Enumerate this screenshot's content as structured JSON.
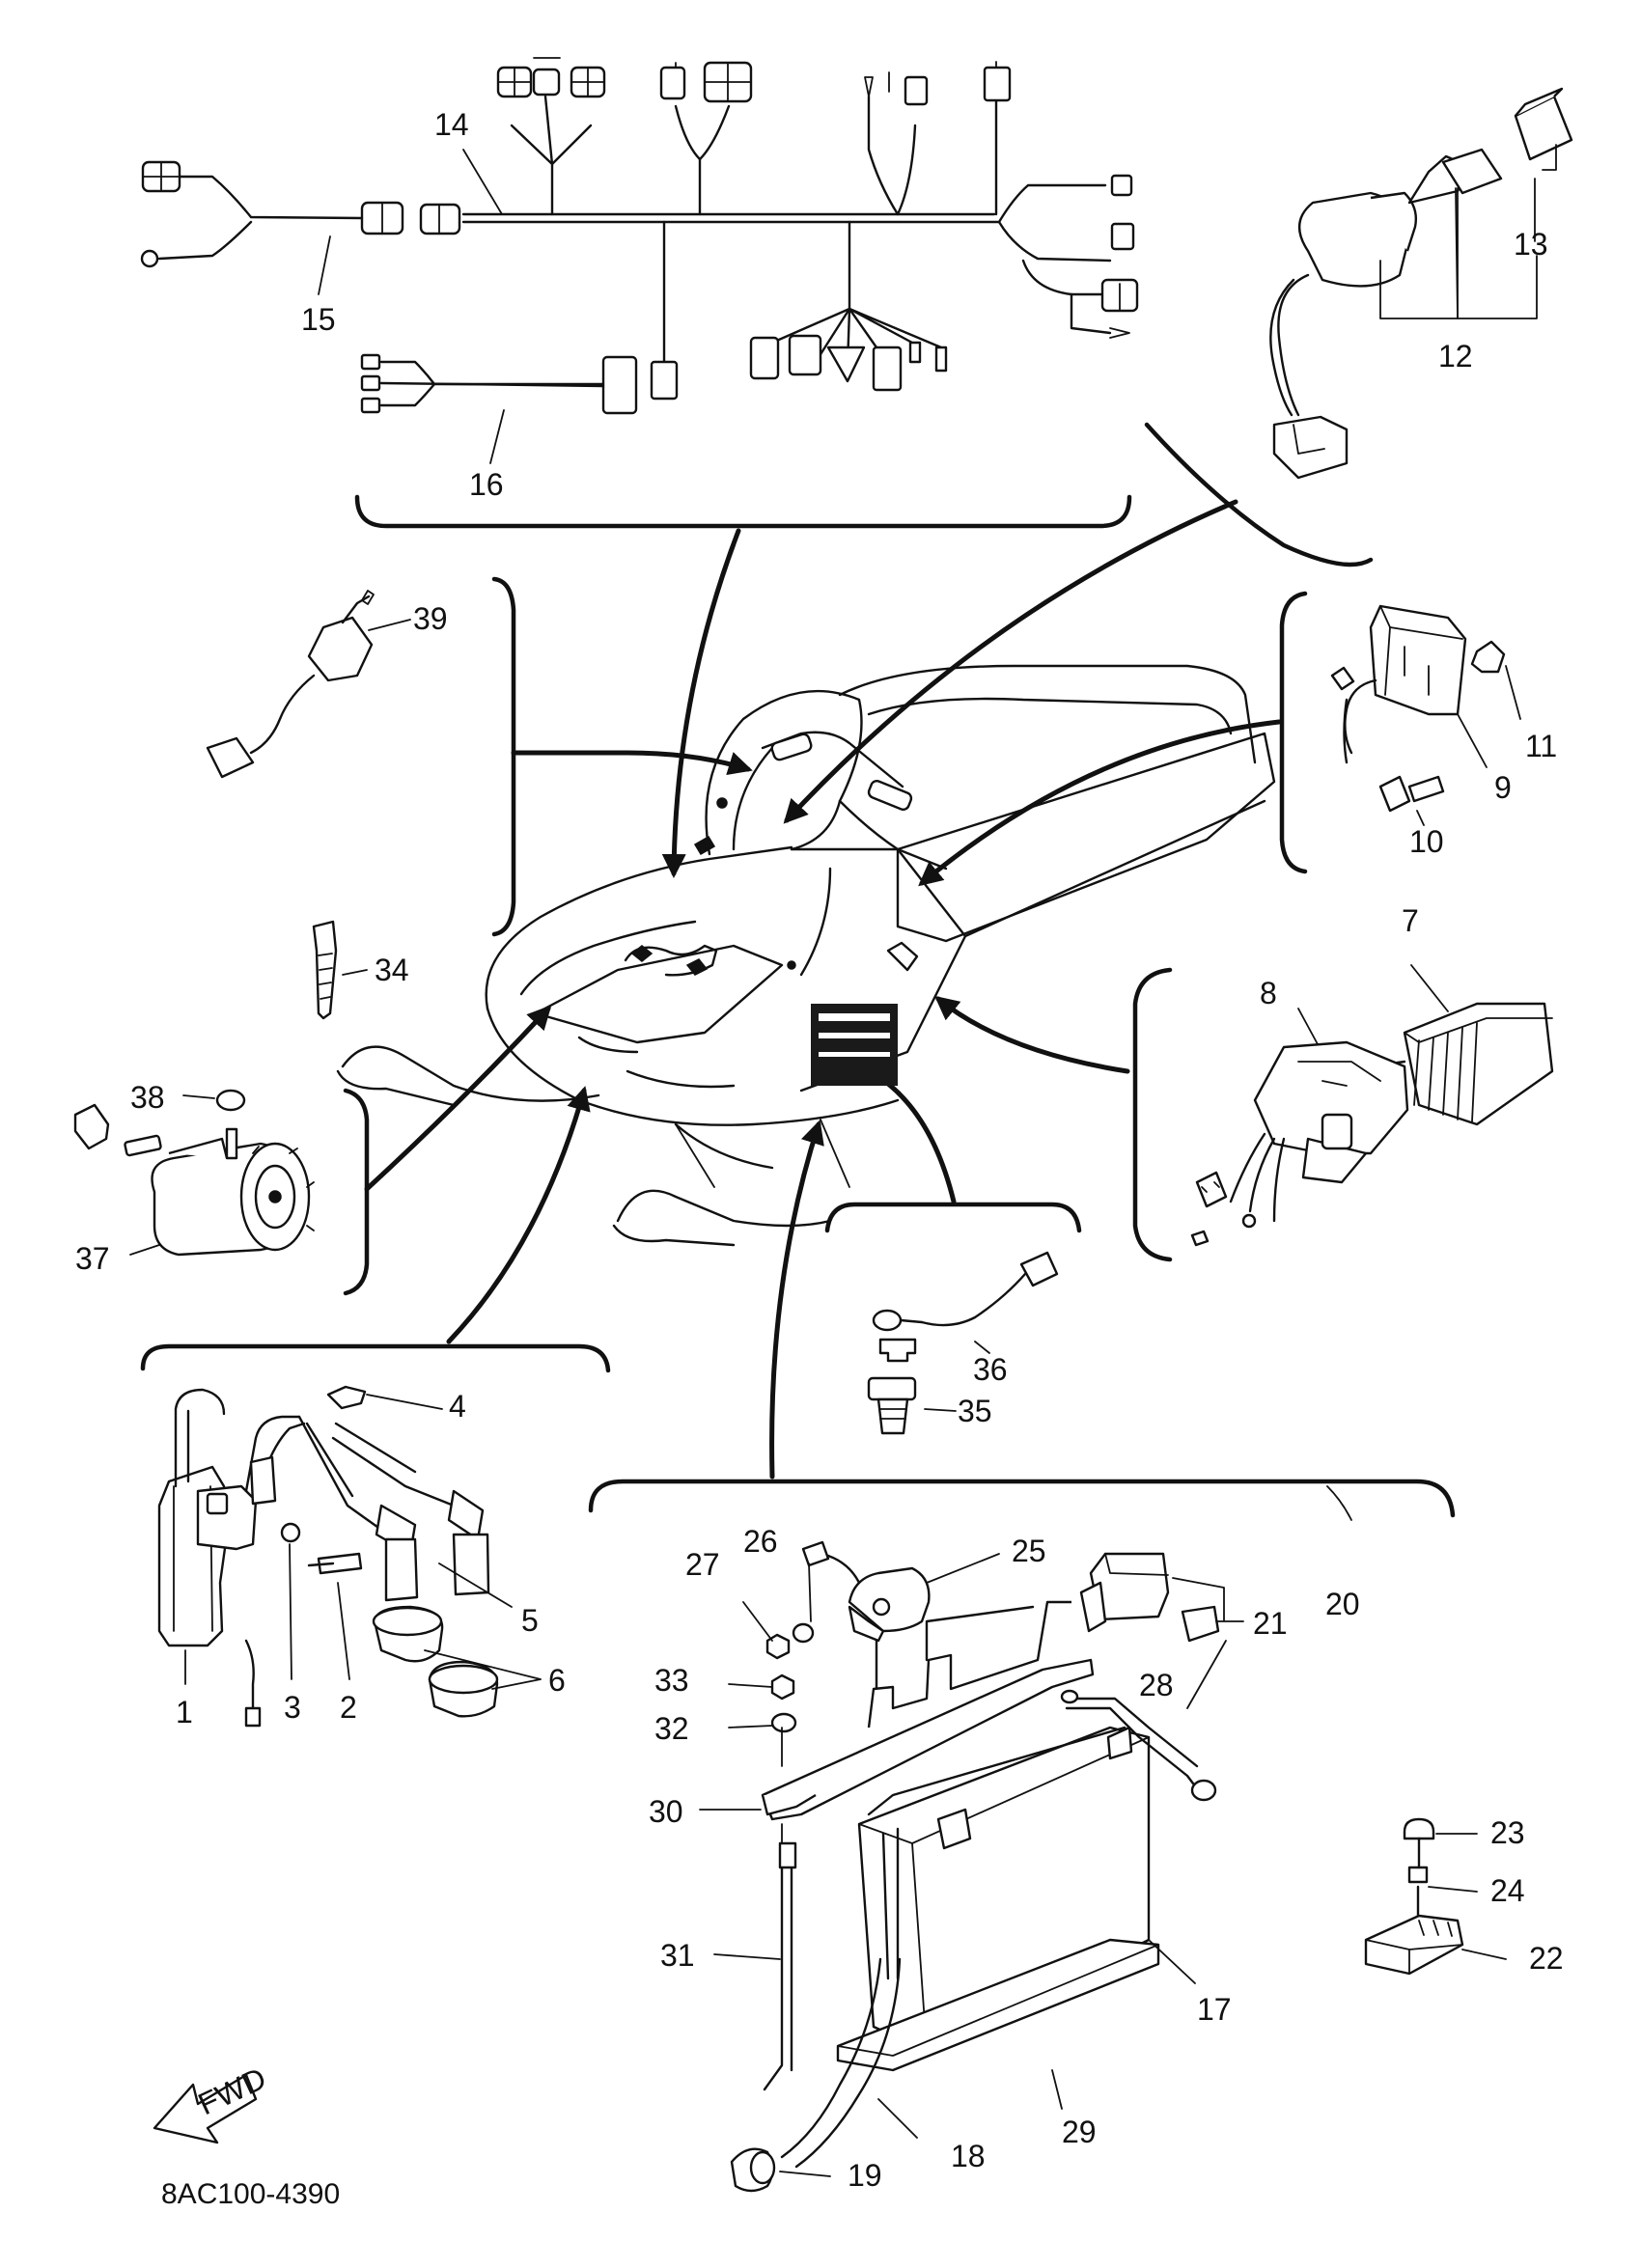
{
  "diagram_code": "8AC100-4390",
  "direction_badge": "FWD",
  "colors": {
    "ink": "#111111",
    "paper": "#ffffff"
  },
  "callouts": {
    "p1": "1",
    "p2": "2",
    "p3": "3",
    "p4": "4",
    "p5": "5",
    "p6": "6",
    "p7": "7",
    "p8": "8",
    "p9": "9",
    "p10": "10",
    "p11": "11",
    "p12": "12",
    "p13": "13",
    "p14": "14",
    "p15": "15",
    "p16": "16",
    "p17": "17",
    "p18": "18",
    "p19": "19",
    "p20": "20",
    "p21": "21",
    "p22": "22",
    "p23": "23",
    "p24": "24",
    "p25": "25",
    "p26": "26",
    "p27": "27",
    "p28": "28",
    "p29": "29",
    "p30": "30",
    "p31": "31",
    "p32": "32",
    "p33": "33",
    "p34": "34",
    "p35": "35",
    "p36": "36",
    "p37": "37",
    "p38": "38",
    "p39": "39"
  }
}
